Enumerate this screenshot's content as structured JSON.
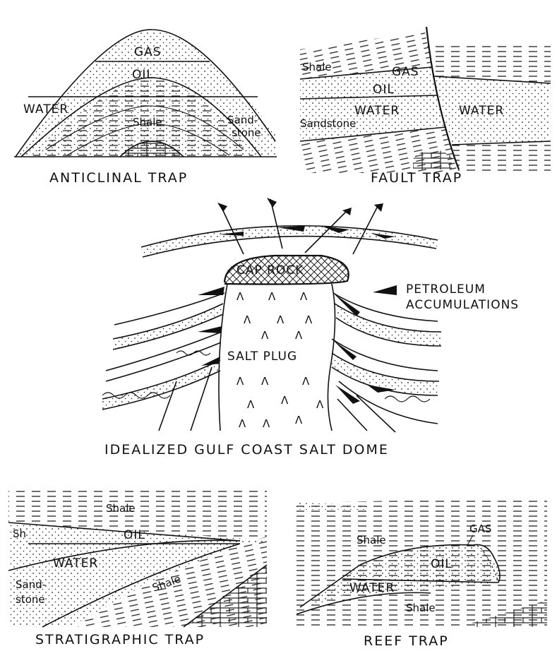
{
  "anticlinal": {
    "gas": "GAS",
    "oil": "OIL",
    "water": "WATER",
    "shale": "Shale",
    "sandstone_1": "Sand-",
    "sandstone_2": "stone",
    "caption": "ANTICLINAL TRAP"
  },
  "fault": {
    "shale": "Shale",
    "gas": "GAS",
    "oil": "OIL",
    "water_left": "WATER",
    "water_right": "WATER",
    "sandstone": "Sandstone",
    "caption": "FAULT TRAP"
  },
  "salt_dome": {
    "cap_rock": "CAP ROCK",
    "salt_plug": "SALT PLUG",
    "legend_1": "PETROLEUM",
    "legend_2": "ACCUMULATIONS",
    "caption": "IDEALIZED GULF COAST SALT DOME"
  },
  "stratigraphic": {
    "shale_top": "Shale",
    "sh": "Sh",
    "oil": "OIL",
    "water": "WATER",
    "sandstone_1": "Sand-",
    "sandstone_2": "stone",
    "shale_lower": "Shale",
    "caption": "STRATIGRAPHIC TRAP"
  },
  "reef": {
    "gas": "GAS",
    "shale_top": "Shale",
    "oil": "OIL",
    "water": "WATER",
    "shale_bottom": "Shale",
    "caption": "REEF TRAP"
  }
}
